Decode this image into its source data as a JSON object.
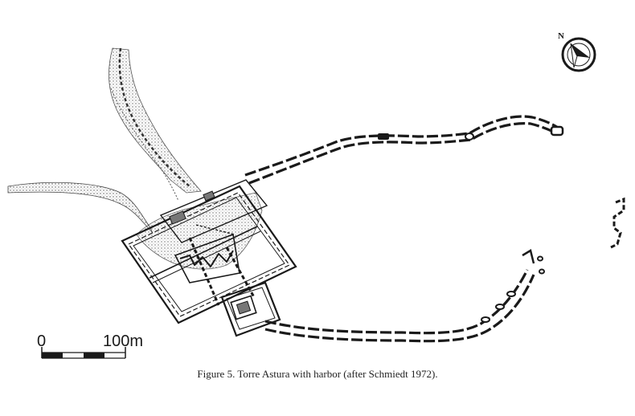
{
  "figure": {
    "caption": "Figure 5.  Torre Astura with harbor (after Schmiedt 1972)."
  },
  "north_arrow": {
    "label": "N",
    "icon": "compass-rose-icon"
  },
  "scale_bar": {
    "start_label": "0",
    "end_label": "100m"
  },
  "colors": {
    "ink": "#1a1a1a",
    "shade": "#777777",
    "paper": "#ffffff"
  }
}
